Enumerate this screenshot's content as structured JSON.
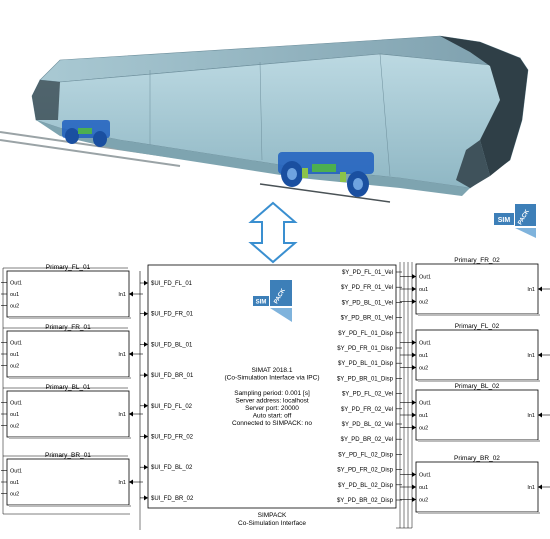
{
  "logo": {
    "line1": "SIM",
    "line2": "PACK"
  },
  "center_block": {
    "inputs": [
      "$UI_FD_FL_01",
      "$UI_FD_FR_01",
      "$UI_FD_BL_01",
      "$UI_FD_BR_01",
      "$UI_FD_FL_02",
      "$UI_FD_FR_02",
      "$UI_FD_BL_02",
      "$UI_FD_BR_02"
    ],
    "outputs": [
      "$Y_PD_FL_01_Vel",
      "$Y_PD_FR_01_Vel",
      "$Y_PD_BL_01_Vel",
      "$Y_PD_BR_01_Vel",
      "$Y_PD_FL_01_Disp",
      "$Y_PD_FR_01_Disp",
      "$Y_PD_BL_01_Disp",
      "$Y_PD_BR_01_Disp",
      "$Y_PD_FL_02_Vel",
      "$Y_PD_FR_02_Vel",
      "$Y_PD_BL_02_Vel",
      "$Y_PD_BR_02_Vel",
      "$Y_PD_FL_02_Disp",
      "$Y_PD_FR_02_Disp",
      "$Y_PD_BL_02_Disp",
      "$Y_PD_BR_02_Disp"
    ],
    "info_lines": [
      "SIMAT 2018.1",
      "(Co-Simulation Interface via IPC)",
      "",
      "Sampling period: 0.001 [s]",
      "Server address: localhost",
      "Server port: 20000",
      "Auto start: off",
      "Connected to SIMPACK: no"
    ],
    "caption1": "SIMPACK",
    "caption2": "Co-Simulation Interface"
  },
  "left_blocks": [
    {
      "title": "Primary_FL_01",
      "ports_left": [
        "Out1",
        "ou1",
        "ou2"
      ],
      "port_right": "In1"
    },
    {
      "title": "Primary_FR_01",
      "ports_left": [
        "Out1",
        "ou1",
        "ou2"
      ],
      "port_right": "In1"
    },
    {
      "title": "Primary_BL_01",
      "ports_left": [
        "Out1",
        "ou1",
        "ou2"
      ],
      "port_right": "In1"
    },
    {
      "title": "Primary_BR_01",
      "ports_left": [
        "Out1",
        "ou1",
        "ou2"
      ],
      "port_right": "In1"
    }
  ],
  "right_blocks": [
    {
      "title": "Primary_FR_02",
      "ports_left": [
        "Out1",
        "ou1",
        "ou2"
      ],
      "port_right": "In1"
    },
    {
      "title": "Primary_FL_02",
      "ports_left": [
        "Out1",
        "ou1",
        "ou2"
      ],
      "port_right": "In1"
    },
    {
      "title": "Primary_BL_02",
      "ports_left": [
        "Out1",
        "ou1",
        "ou2"
      ],
      "port_right": "In1"
    },
    {
      "title": "Primary_BR_02",
      "ports_left": [
        "Out1",
        "ou1",
        "ou2"
      ],
      "port_right": "In1"
    }
  ],
  "colors": {
    "body": "#a9ccd6",
    "roof": "#8fb2bf",
    "cab": "#2f3f47",
    "bogie": "#1f5fc0",
    "logo_blue": "#3d7fb8",
    "arrow": "#3a8fd0"
  }
}
